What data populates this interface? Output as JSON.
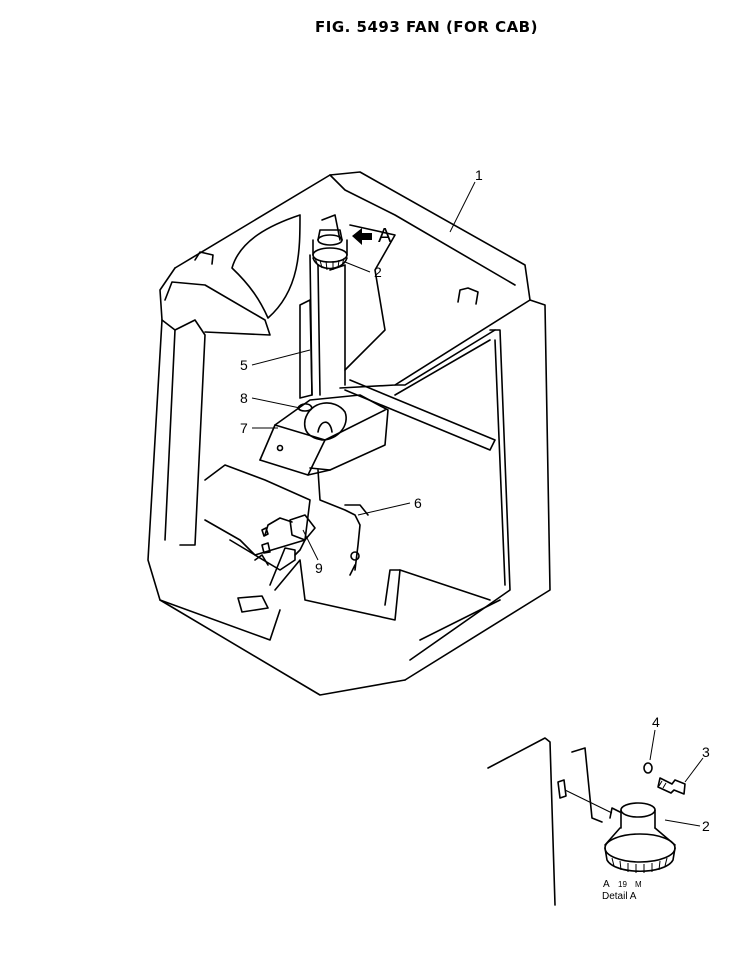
{
  "title": "FIG. 5493  FAN (FOR CAB)",
  "callouts": {
    "c1": "1",
    "c2": "2",
    "c3": "3",
    "c4": "4",
    "c5": "5",
    "c6": "6",
    "c7": "7",
    "c8": "8",
    "c9": "9",
    "view_a": "A"
  },
  "detail": {
    "caption_line1": "A",
    "caption_line1_b": "19",
    "caption_line1_c": "M",
    "caption_line2": "Detail  A"
  }
}
